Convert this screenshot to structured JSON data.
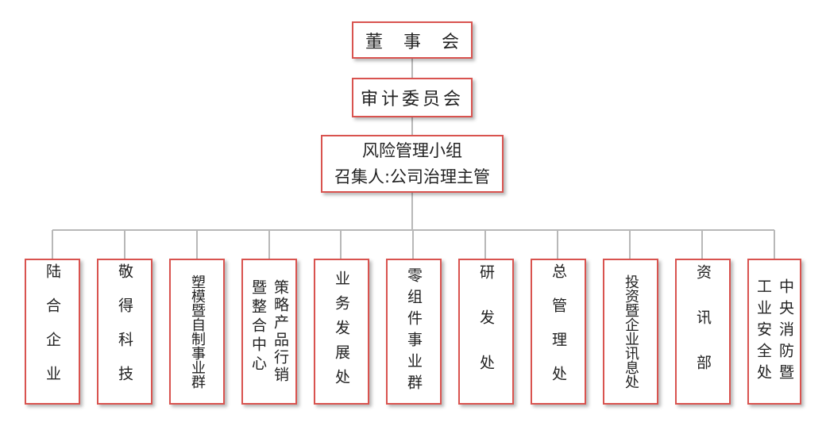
{
  "board": "董事会",
  "audit": "审计委员会",
  "risk": {
    "line1": "风险管理小组",
    "line2": "召集人:公司治理主管"
  },
  "units": [
    {
      "id": "lu",
      "text": "陆合企业"
    },
    {
      "id": "jing",
      "text": "敬得科技"
    },
    {
      "id": "su",
      "text": "塑模暨自制事业群"
    },
    {
      "id": "ce",
      "col1": "策略产品行销",
      "col2": "暨整合中心"
    },
    {
      "id": "ye",
      "text": "业务发展处"
    },
    {
      "id": "ling",
      "text": "零组件事业群"
    },
    {
      "id": "yan",
      "text": "研发处"
    },
    {
      "id": "zong",
      "text": "总管理处"
    },
    {
      "id": "tou",
      "text": "投资暨企业讯息处"
    },
    {
      "id": "zi",
      "text": "资讯部"
    },
    {
      "id": "gong",
      "col1": "中央消防暨",
      "col2": "工业安全处"
    }
  ],
  "colors": {
    "border": "#d9534f",
    "line": "#b8b8b8"
  }
}
